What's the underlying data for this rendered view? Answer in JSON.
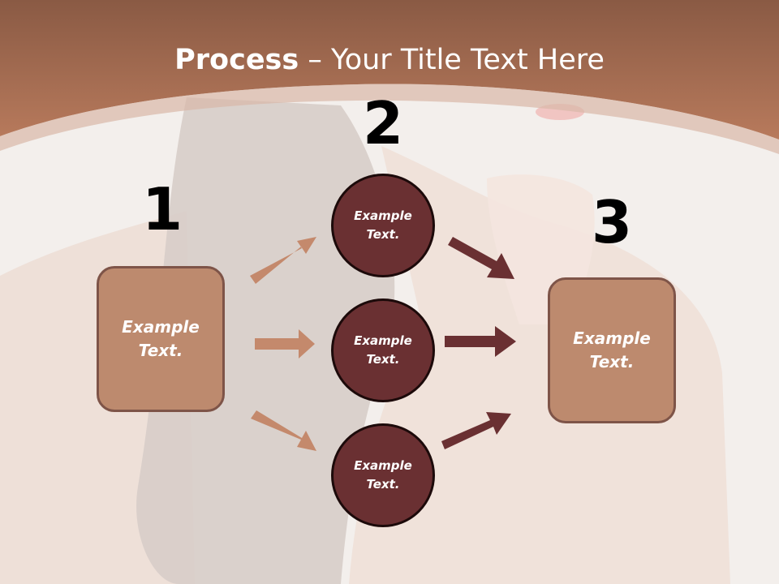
{
  "title": {
    "bold": "Process",
    "separator": " – ",
    "rest": "Your Title Text Here"
  },
  "steps": {
    "one": "1",
    "two": "2",
    "three": "3"
  },
  "left_box": {
    "line1": "Example",
    "line2": "Text."
  },
  "right_box": {
    "line1": "Example",
    "line2": "Text."
  },
  "circles": [
    {
      "line1": "Example",
      "line2": "Text."
    },
    {
      "line1": "Example",
      "line2": "Text."
    },
    {
      "line1": "Example",
      "line2": "Text."
    }
  ],
  "colors": {
    "header_dark": "#8a5a44",
    "header_light": "#b87a5c",
    "box_fill": "#bd8a6e",
    "box_border": "#7e5448",
    "circle_fill": "#6a3032",
    "arrow_light": "#c4896c",
    "arrow_dark": "#6a3032"
  }
}
